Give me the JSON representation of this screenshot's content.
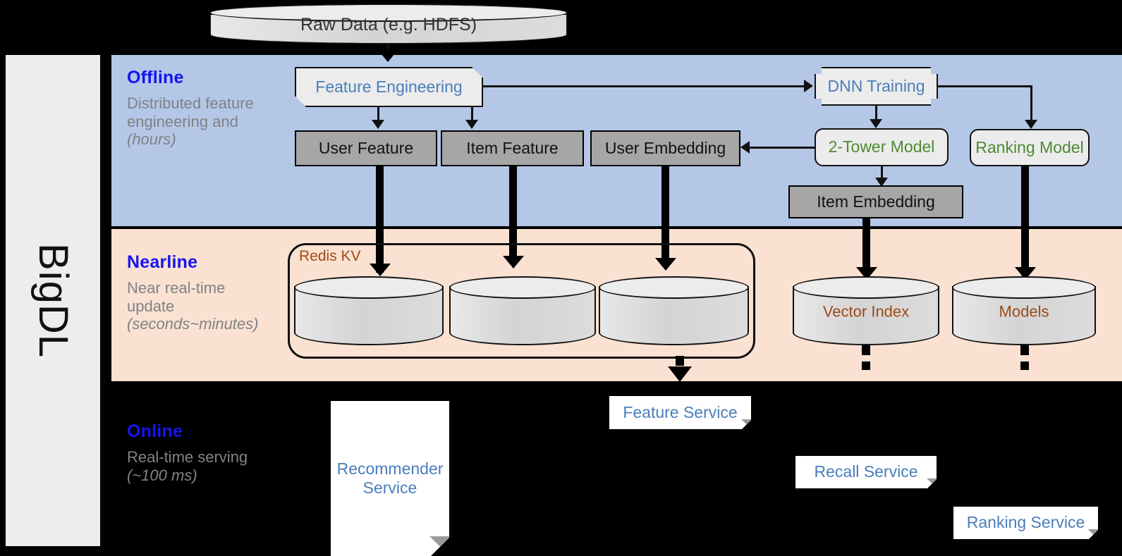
{
  "framework": {
    "name": "BigDL"
  },
  "bands": [
    {
      "id": "offline",
      "title": "Offline",
      "subtitle": "Distributed feature engineering and ",
      "subtitle_italic": "(hours)",
      "color": "#b4c7e7"
    },
    {
      "id": "nearline",
      "title": "Nearline",
      "subtitle": "Near real-time update ",
      "subtitle_italic": "(seconds~minutes)",
      "color": "#fae1d2"
    },
    {
      "id": "online",
      "title": "Online",
      "subtitle": "Real-time serving ",
      "subtitle_italic": "(~100 ms)",
      "color": "#000000"
    }
  ],
  "source": {
    "raw_data": "Raw Data (e.g. HDFS)"
  },
  "offline": {
    "feature_engineering": "Feature Engineering",
    "dnn_training": "DNN Training",
    "user_feature": "User Feature",
    "item_feature": "Item Feature",
    "user_embedding": "User Embedding",
    "two_tower_model": "2-Tower Model",
    "ranking_model": "Ranking Model",
    "item_embedding": "Item Embedding"
  },
  "nearline": {
    "redis_kv": "Redis KV",
    "stores": [
      "",
      "",
      ""
    ],
    "vector_index": "Vector Index",
    "models": "Models"
  },
  "online": {
    "recommender_service": "Recommender Service",
    "feature_service": "Feature Service",
    "recall_service": "Recall Service",
    "ranking_service": "Ranking Service"
  },
  "colors": {
    "offline_band": "#b4c7e7",
    "nearline_band": "#fae1d2",
    "online_band": "#000000",
    "band_title": "#1414f0",
    "band_subtitle": "#808285",
    "blue_text": "#4a7ebb",
    "green_text": "#4d8a33",
    "brown_text": "#9e4a17",
    "gray_box": "#a6a6a6",
    "doc_box": "#ececec",
    "rail": "#ededed"
  }
}
